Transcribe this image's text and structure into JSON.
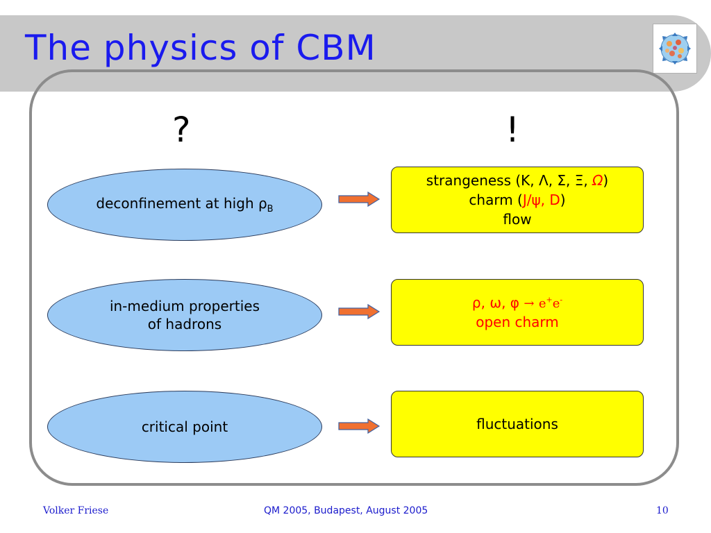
{
  "slide": {
    "title": "The physics of CBM",
    "question_mark": "?",
    "exclamation_mark": "!"
  },
  "rows": [
    {
      "question": {
        "text": "deconfinement at high ρ",
        "subscript": "B"
      },
      "answer": {
        "line1": {
          "prefix": "strangeness (K, Λ, Σ, Ξ, ",
          "highlight": "Ω",
          "suffix": ")"
        },
        "line2": {
          "prefix": "charm (",
          "highlight": "J/ψ, D",
          "suffix": ")"
        },
        "line3": "flow"
      }
    },
    {
      "question": {
        "line1": "in-medium properties",
        "line2": "of hadrons"
      },
      "answer": {
        "line1": {
          "mesons": "ρ, ω, φ",
          "arrow": "→",
          "e": "e",
          "plus": "+",
          "e2": "e",
          "minus": "-"
        },
        "line2": "open charm"
      }
    },
    {
      "question": {
        "text": "critical point"
      },
      "answer": {
        "text": "fluctuations"
      }
    }
  ],
  "footer": {
    "author": "Volker Friese",
    "event": "QM 2005, Budapest, August 2005",
    "page": "10"
  },
  "colors": {
    "title": "#1a1aee",
    "ellipse_fill": "#9ccaf5",
    "box_fill": "#ffff00",
    "highlight": "#ff0000",
    "arrow_fill": "#f07030",
    "footer": "#1a1acc",
    "frame": "#8c8c8c",
    "title_bar": "#c8c8c8"
  }
}
